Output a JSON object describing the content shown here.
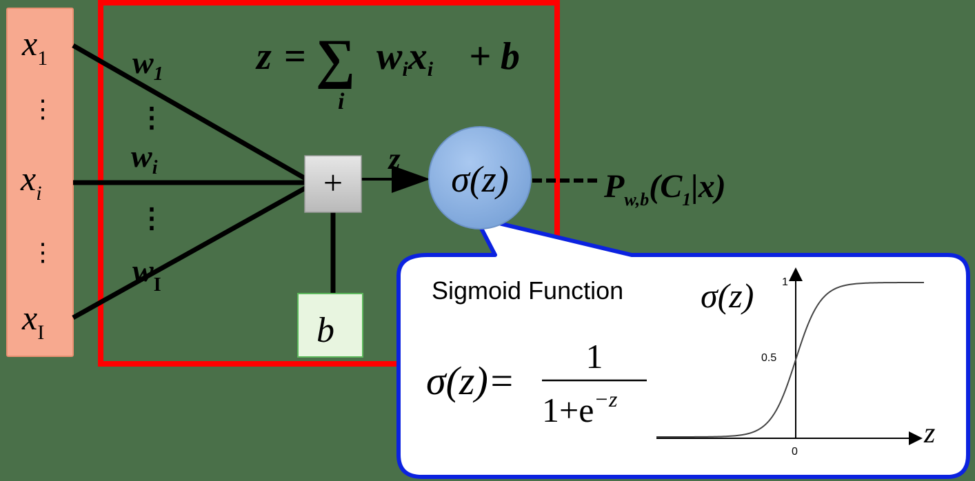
{
  "colors": {
    "background": "#4a7049",
    "input_panel": "#f7a98f",
    "input_panel_border": "#e89070",
    "neuron_frame": "#ff0000",
    "sum_box": "#d4d4d4",
    "bias_box": "#e8f5e0",
    "sigma_circle": "#8eb4e3",
    "callout_border": "#0b22e0",
    "callout_fill": "#ffffff"
  },
  "inputs": {
    "x1": {
      "base": "x",
      "sub": "1"
    },
    "xi": {
      "base": "x",
      "sub": "i"
    },
    "xI": {
      "base": "x",
      "sub": "I"
    },
    "dots": "⋮"
  },
  "weights": {
    "w1": {
      "base": "w",
      "sub": "1"
    },
    "wi": {
      "base": "w",
      "sub": "i"
    },
    "wI": {
      "base": "w",
      "sub": "I"
    },
    "dots": "⋮"
  },
  "sum_formula": {
    "lhs": "z",
    "eq": "=",
    "sigma": "∑",
    "index": "i",
    "term_w": "w",
    "term_w_sub": "i",
    "term_x": "x",
    "term_x_sub": "i",
    "plus_b": "+ b"
  },
  "sum_node": {
    "symbol": "+"
  },
  "bias_node": {
    "label": "b"
  },
  "z_label": "z",
  "activation": {
    "label": "σ(z)"
  },
  "output": {
    "P": "P",
    "sub": "w,b",
    "arg": "(C",
    "arg_sub": "1",
    "rest": "|x)"
  },
  "callout": {
    "title": "Sigmoid Function",
    "formula_lhs": "σ(z)=",
    "numerator": "1",
    "denominator": "1+e",
    "exponent": "−z",
    "plot_ylabel": "σ(z)",
    "plot_xlabel": "z",
    "tick_one": "1",
    "tick_half": "0.5",
    "tick_zero": "0"
  }
}
